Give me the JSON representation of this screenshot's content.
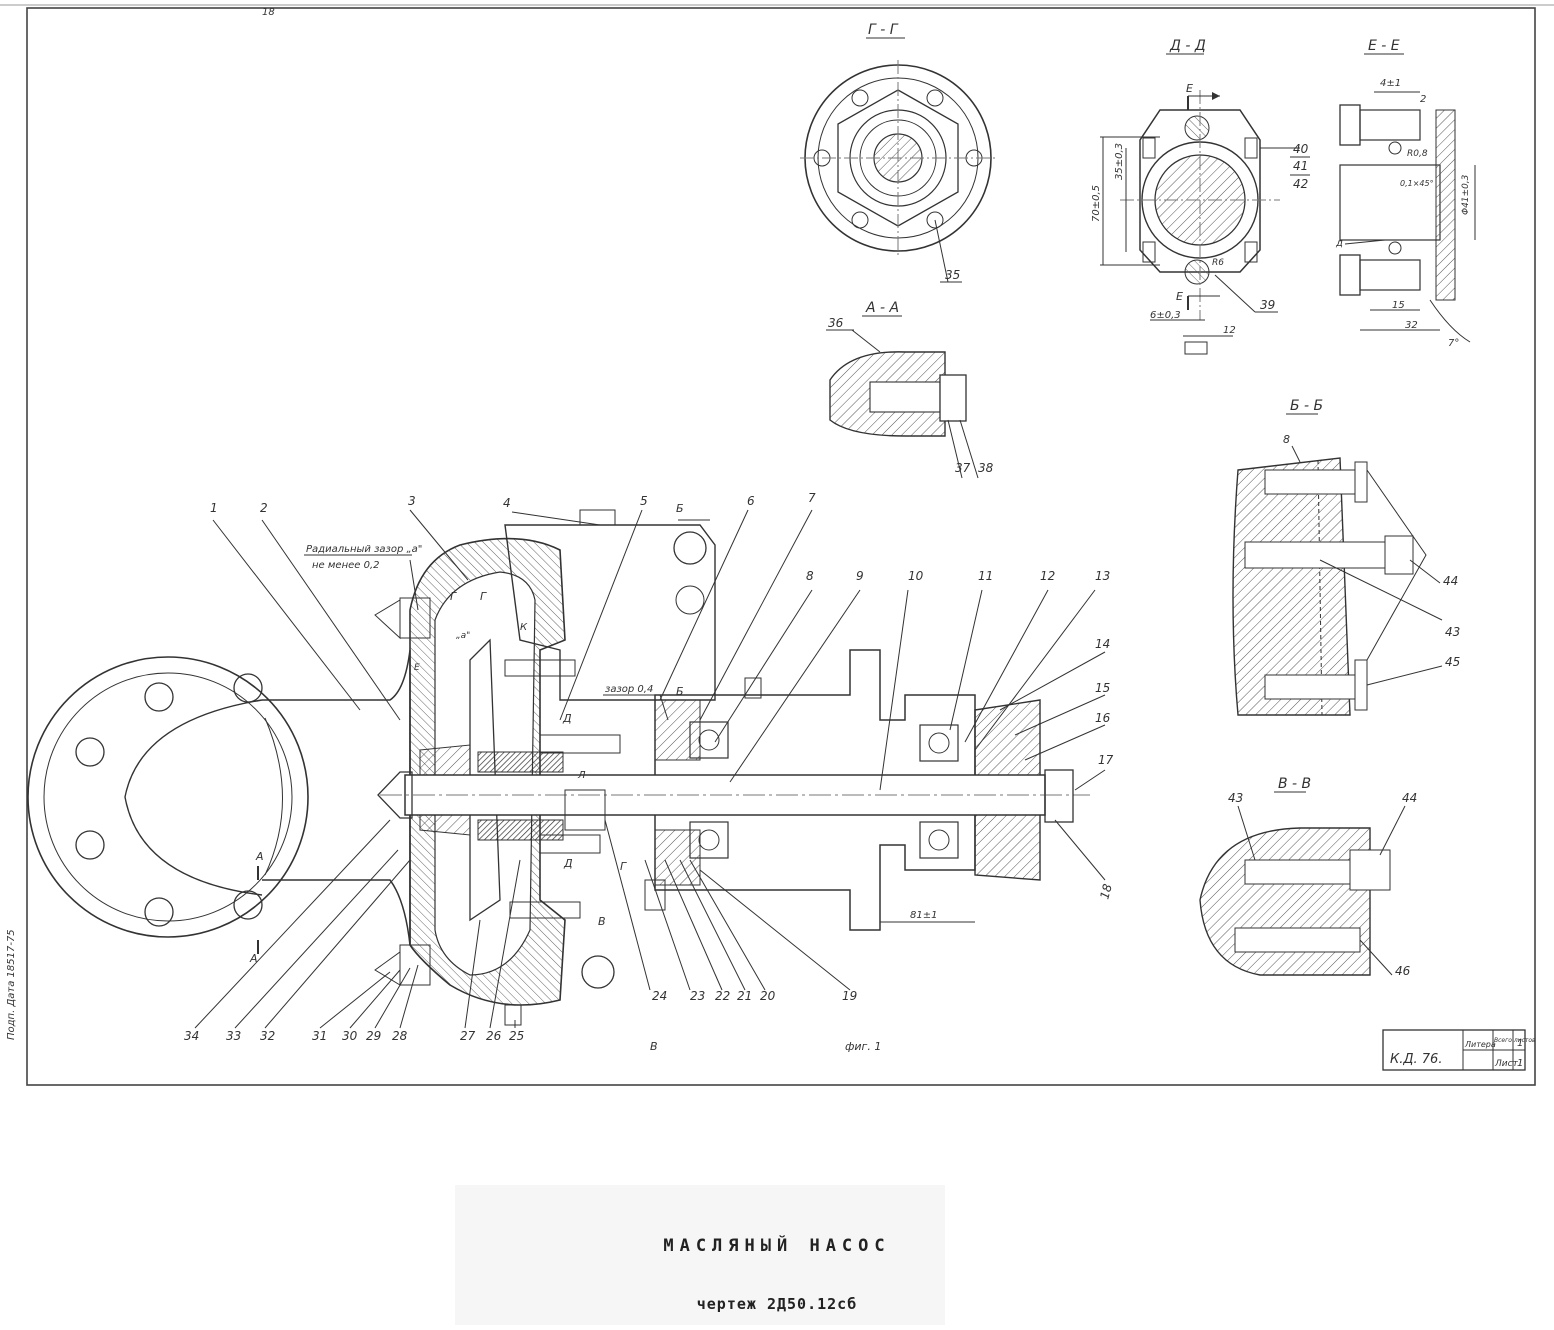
{
  "drawing": {
    "section_labels": {
      "gg": "Г - Г",
      "dd": "Д - Д",
      "ee": "Е - Е",
      "aa": "А - А",
      "bb": "Б - Б",
      "vv": "В - В"
    },
    "cut_marks": {
      "e": "Е",
      "b": "Б",
      "d": "Д",
      "a": "А",
      "v": "В",
      "k": "К",
      "l": "Л",
      "g": "Г"
    },
    "notes": {
      "radial_gap_1": "Радиальный зазор „а\"",
      "radial_gap_2": "не менее 0,2",
      "gap": "зазор 0,4",
      "fig": "фиг. 1",
      "a_mark": "„а\""
    },
    "dimensions": {
      "d70": "70±0,5",
      "d35": "35±0,3",
      "d6": "6±0,3",
      "d12": "12",
      "d4": "4±1",
      "d2": "2",
      "r08": "R0,8",
      "chamfer": "0,1×45°",
      "phi41": "Φ41±0,3",
      "d15": "15",
      "d32": "32",
      "d7": "7°",
      "r6": "R6",
      "d81": "81±1",
      "d_mark": "д"
    },
    "title_block": {
      "code": "К.Д. 76.",
      "liter": "Литера",
      "total_label": "Всего листов",
      "total": "1",
      "sheet_label": "Лист",
      "sheet": "1"
    },
    "margin": {
      "top_num": "18",
      "side_text": "Подп.   Дата   18517-75"
    },
    "part_numbers": [
      "1",
      "2",
      "3",
      "4",
      "5",
      "6",
      "7",
      "8",
      "9",
      "10",
      "11",
      "12",
      "13",
      "14",
      "15",
      "16",
      "17",
      "18",
      "19",
      "20",
      "21",
      "22",
      "23",
      "24",
      "25",
      "26",
      "27",
      "28",
      "29",
      "30",
      "31",
      "32",
      "33",
      "34",
      "35",
      "36",
      "37",
      "38",
      "39",
      "40",
      "41",
      "42",
      "43",
      "44",
      "45",
      "46"
    ]
  },
  "caption": {
    "title": "МАСЛЯНЫЙ НАСОС",
    "subtitle": "чертеж 2Д50.12сб"
  }
}
